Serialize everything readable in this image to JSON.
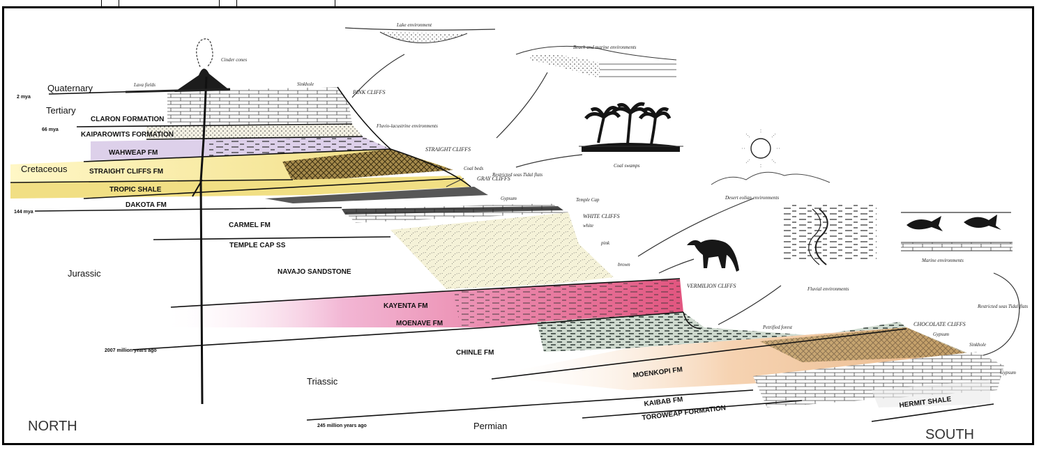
{
  "directions": {
    "north": "NORTH",
    "south": "SOUTH"
  },
  "periods": {
    "quaternary": "Quaternary",
    "tertiary": "Tertiary",
    "cretaceous": "Cretaceous",
    "jurassic": "Jurassic",
    "triassic": "Triassic",
    "permian": "Permian"
  },
  "ages": {
    "a2": "2 mya",
    "a66": "66 mya",
    "a144": "144 mya",
    "a200": "2007 million years ago",
    "a245": "245 million years ago"
  },
  "formations": {
    "claron": "CLARON FORMATION",
    "kaiparowits": "KAIPAROWITS FORMATION",
    "wahweap": "WAHWEAP FM",
    "straight_cliffs": "STRAIGHT CLIFFS FM",
    "tropic": "TROPIC SHALE",
    "dakota": "DAKOTA FM",
    "carmel": "CARMEL FM",
    "temple_cap": "TEMPLE CAP SS",
    "navajo": "NAVAJO SANDSTONE",
    "kayenta": "KAYENTA FM",
    "moenave": "MOENAVE FM",
    "chinle": "CHINLE FM",
    "moenkopi": "MOENKOPI FM",
    "kaibab": "KAIBAB FM",
    "toroweap": "TOROWEAP FORMATION",
    "hermit": "HERMIT SHALE"
  },
  "cliffs": {
    "pink": "PINK CLIFFS",
    "straight": "STRAIGHT CLIFFS",
    "gray": "GRAY CLIFFS",
    "white": "WHITE CLIFFS",
    "vermilion": "VERMILION CLIFFS",
    "chocolate": "CHOCOLATE CLIFFS"
  },
  "annotations": {
    "cinder": "Cinder cones",
    "lava": "Lava fields",
    "sinkhole": "Sinkhole",
    "lake": "Lake environment",
    "beach": "Beach and marine environments",
    "fluvio": "Fluvio-lacustrine environments",
    "coal_beds": "Coal beds",
    "coal_swamps": "Coal swamps",
    "restricted": "Restricted seas Tidal flats",
    "gypsum": "Gypsum",
    "temple_cap_small": "Temple Cap",
    "desert": "Desert eolian environments",
    "white_small": "white",
    "pink_small": "pink",
    "brown_small": "brown",
    "petrified": "Petrified forest",
    "fluvial": "Fluvial environments",
    "marine": "Marine environments",
    "restricted2": "Restricted seas Tidal flats",
    "gypsum2": "Gypsum",
    "sinkhole2": "Sinkhole",
    "gypsum3": "Gypsum"
  },
  "colors": {
    "purple": "#d8c8e8",
    "yellow": "#f2e08c",
    "pink": "#e45a86",
    "cream": "#f3eed7",
    "peach": "#efc49b",
    "grey_green": "#c9d3c9"
  }
}
